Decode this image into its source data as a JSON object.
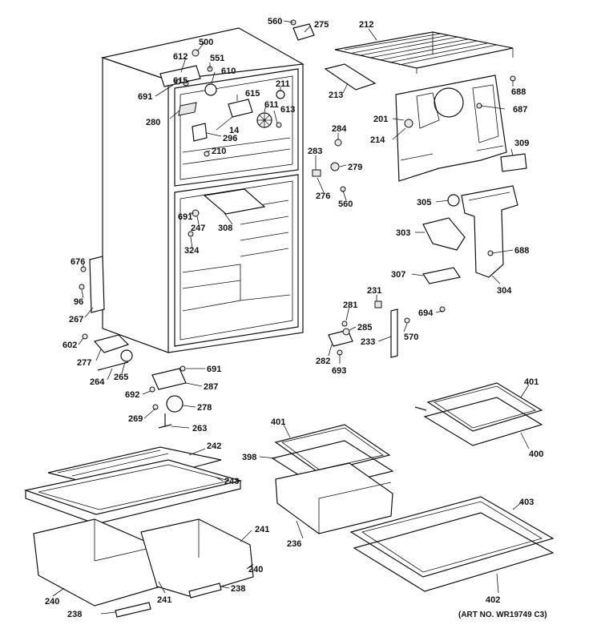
{
  "labels": {
    "l560a": "560",
    "l275": "275",
    "l212": "212",
    "l500": "500",
    "l612": "612",
    "l551": "551",
    "l610": "610",
    "l615a": "615",
    "l615b": "615",
    "l211": "211",
    "l213": "213",
    "l688a": "688",
    "l687": "687",
    "l691a": "691",
    "l611": "611",
    "l613": "613",
    "l280": "280",
    "l14": "14",
    "l296": "296",
    "l284": "284",
    "l201": "201",
    "l214": "214",
    "l309": "309",
    "l210": "210",
    "l283": "283",
    "l279": "279",
    "l276": "276",
    "l560b": "560",
    "l305": "305",
    "l691b": "691",
    "l247": "247",
    "l308": "308",
    "l324": "324",
    "l303": "303",
    "l688b": "688",
    "l676": "676",
    "l96": "96",
    "l267": "267",
    "l307": "307",
    "l304": "304",
    "l231": "231",
    "l281": "281",
    "l694": "694",
    "l285": "285",
    "l602": "602",
    "l570": "570",
    "l233": "233",
    "l277": "277",
    "l282": "282",
    "l265": "265",
    "l691c": "691",
    "l693": "693",
    "l264": "264",
    "l287": "287",
    "l692": "692",
    "l278": "278",
    "l269": "269",
    "l263": "263",
    "l401a": "401",
    "l401b": "401",
    "l398": "398",
    "l400": "400",
    "l242": "242",
    "l243": "243",
    "l236": "236",
    "l403": "403",
    "l241a": "241",
    "l240a": "240",
    "l241b": "241",
    "l240b": "240",
    "l238a": "238",
    "l238b": "238",
    "l402": "402"
  },
  "art_no": "(ART NO. WR19749 C3)"
}
